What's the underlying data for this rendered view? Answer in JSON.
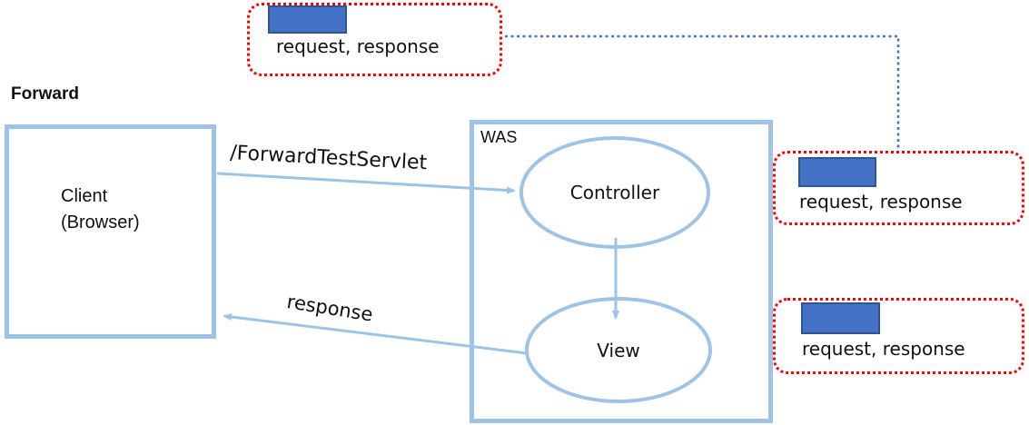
{
  "page": {
    "title_label": "Forward"
  },
  "client": {
    "line1": "Client",
    "line2": "(Browser)"
  },
  "was": {
    "label": "WAS"
  },
  "nodes": {
    "controller": "Controller",
    "view": "View"
  },
  "arrows": {
    "forward_request_label": "/ForwardTestServlet",
    "response_label": "response"
  },
  "notes": {
    "top": {
      "label": "request, response",
      "swatch_icon": "blue-rectangle-swatch"
    },
    "middle": {
      "label": "request, response",
      "swatch_icon": "blue-rectangle-swatch"
    },
    "bottom": {
      "label": "request, response",
      "swatch_icon": "blue-rectangle-swatch"
    }
  },
  "colors": {
    "accent_blue": "#4472C4",
    "accent_blue_border": "#2F5597",
    "light_blue": "#9DC3E6",
    "note_border_red": "#FF0000",
    "text": "#111111"
  }
}
